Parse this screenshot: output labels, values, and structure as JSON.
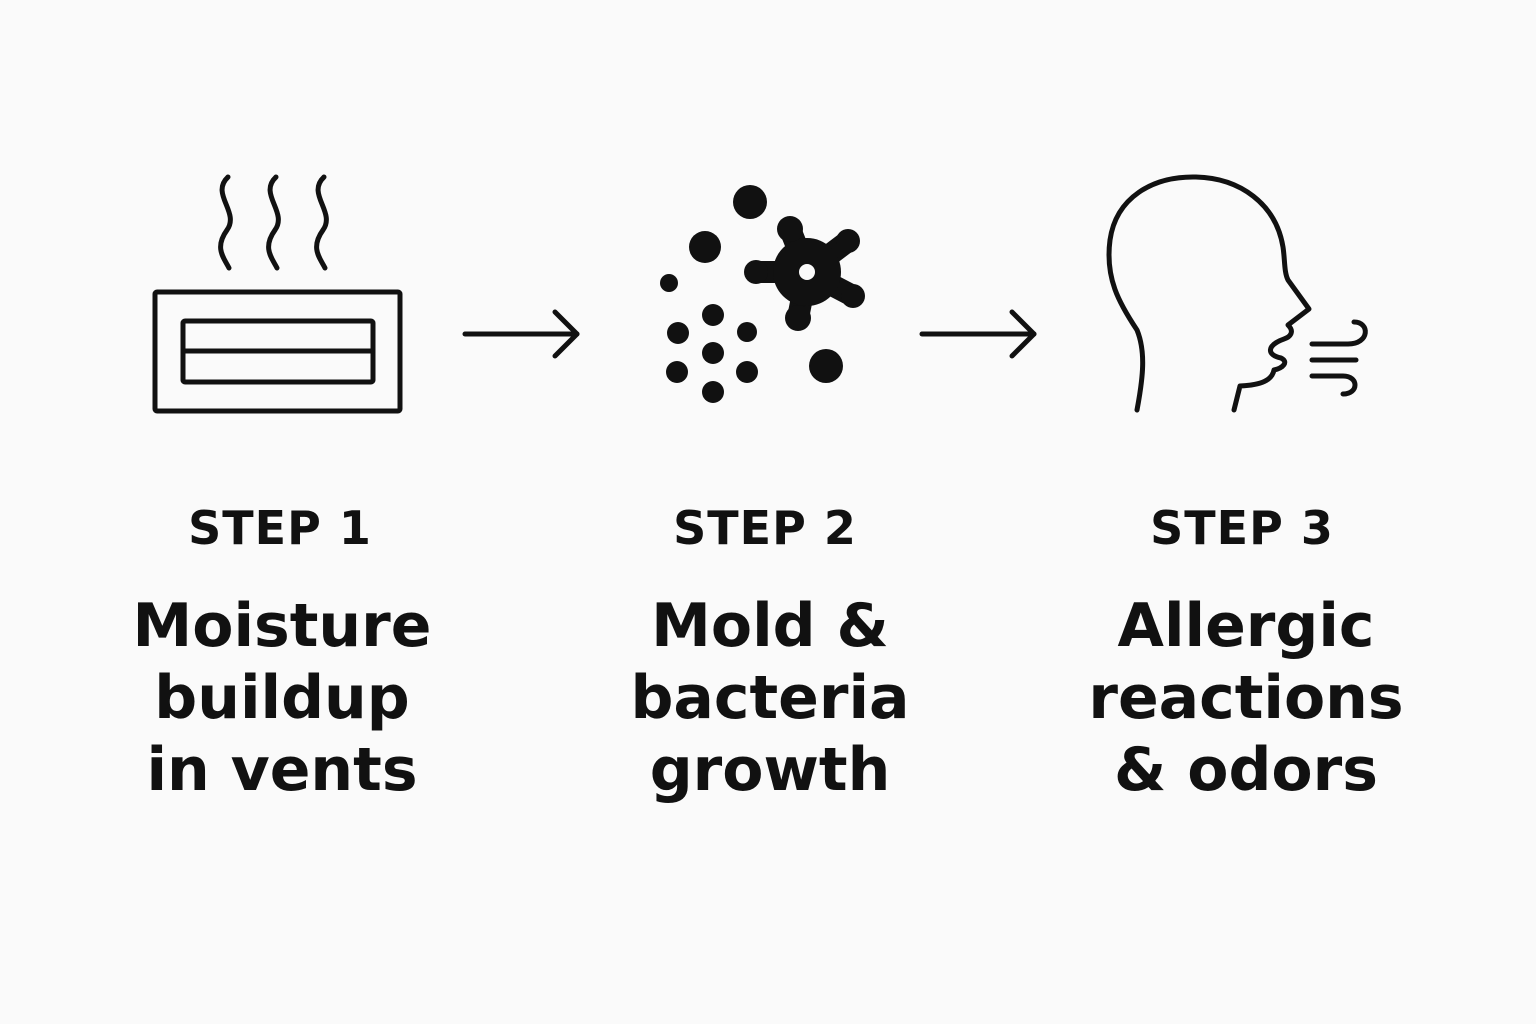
{
  "steps": [
    {
      "label": "STEP 1",
      "description": [
        "Moisture",
        "buildup",
        "in vents"
      ],
      "icon": "vent-with-steam-icon"
    },
    {
      "label": "STEP 2",
      "description": [
        "Mold &",
        "bacteria",
        "growth"
      ],
      "icon": "mold-spores-icon"
    },
    {
      "label": "STEP 3",
      "description": [
        "Allergic",
        "reactions",
        "& odors"
      ],
      "icon": "head-breathing-icon"
    }
  ],
  "connectors": [
    "arrow-right-icon",
    "arrow-right-icon"
  ],
  "colors": {
    "background": "#fafafa",
    "ink": "#111111"
  }
}
